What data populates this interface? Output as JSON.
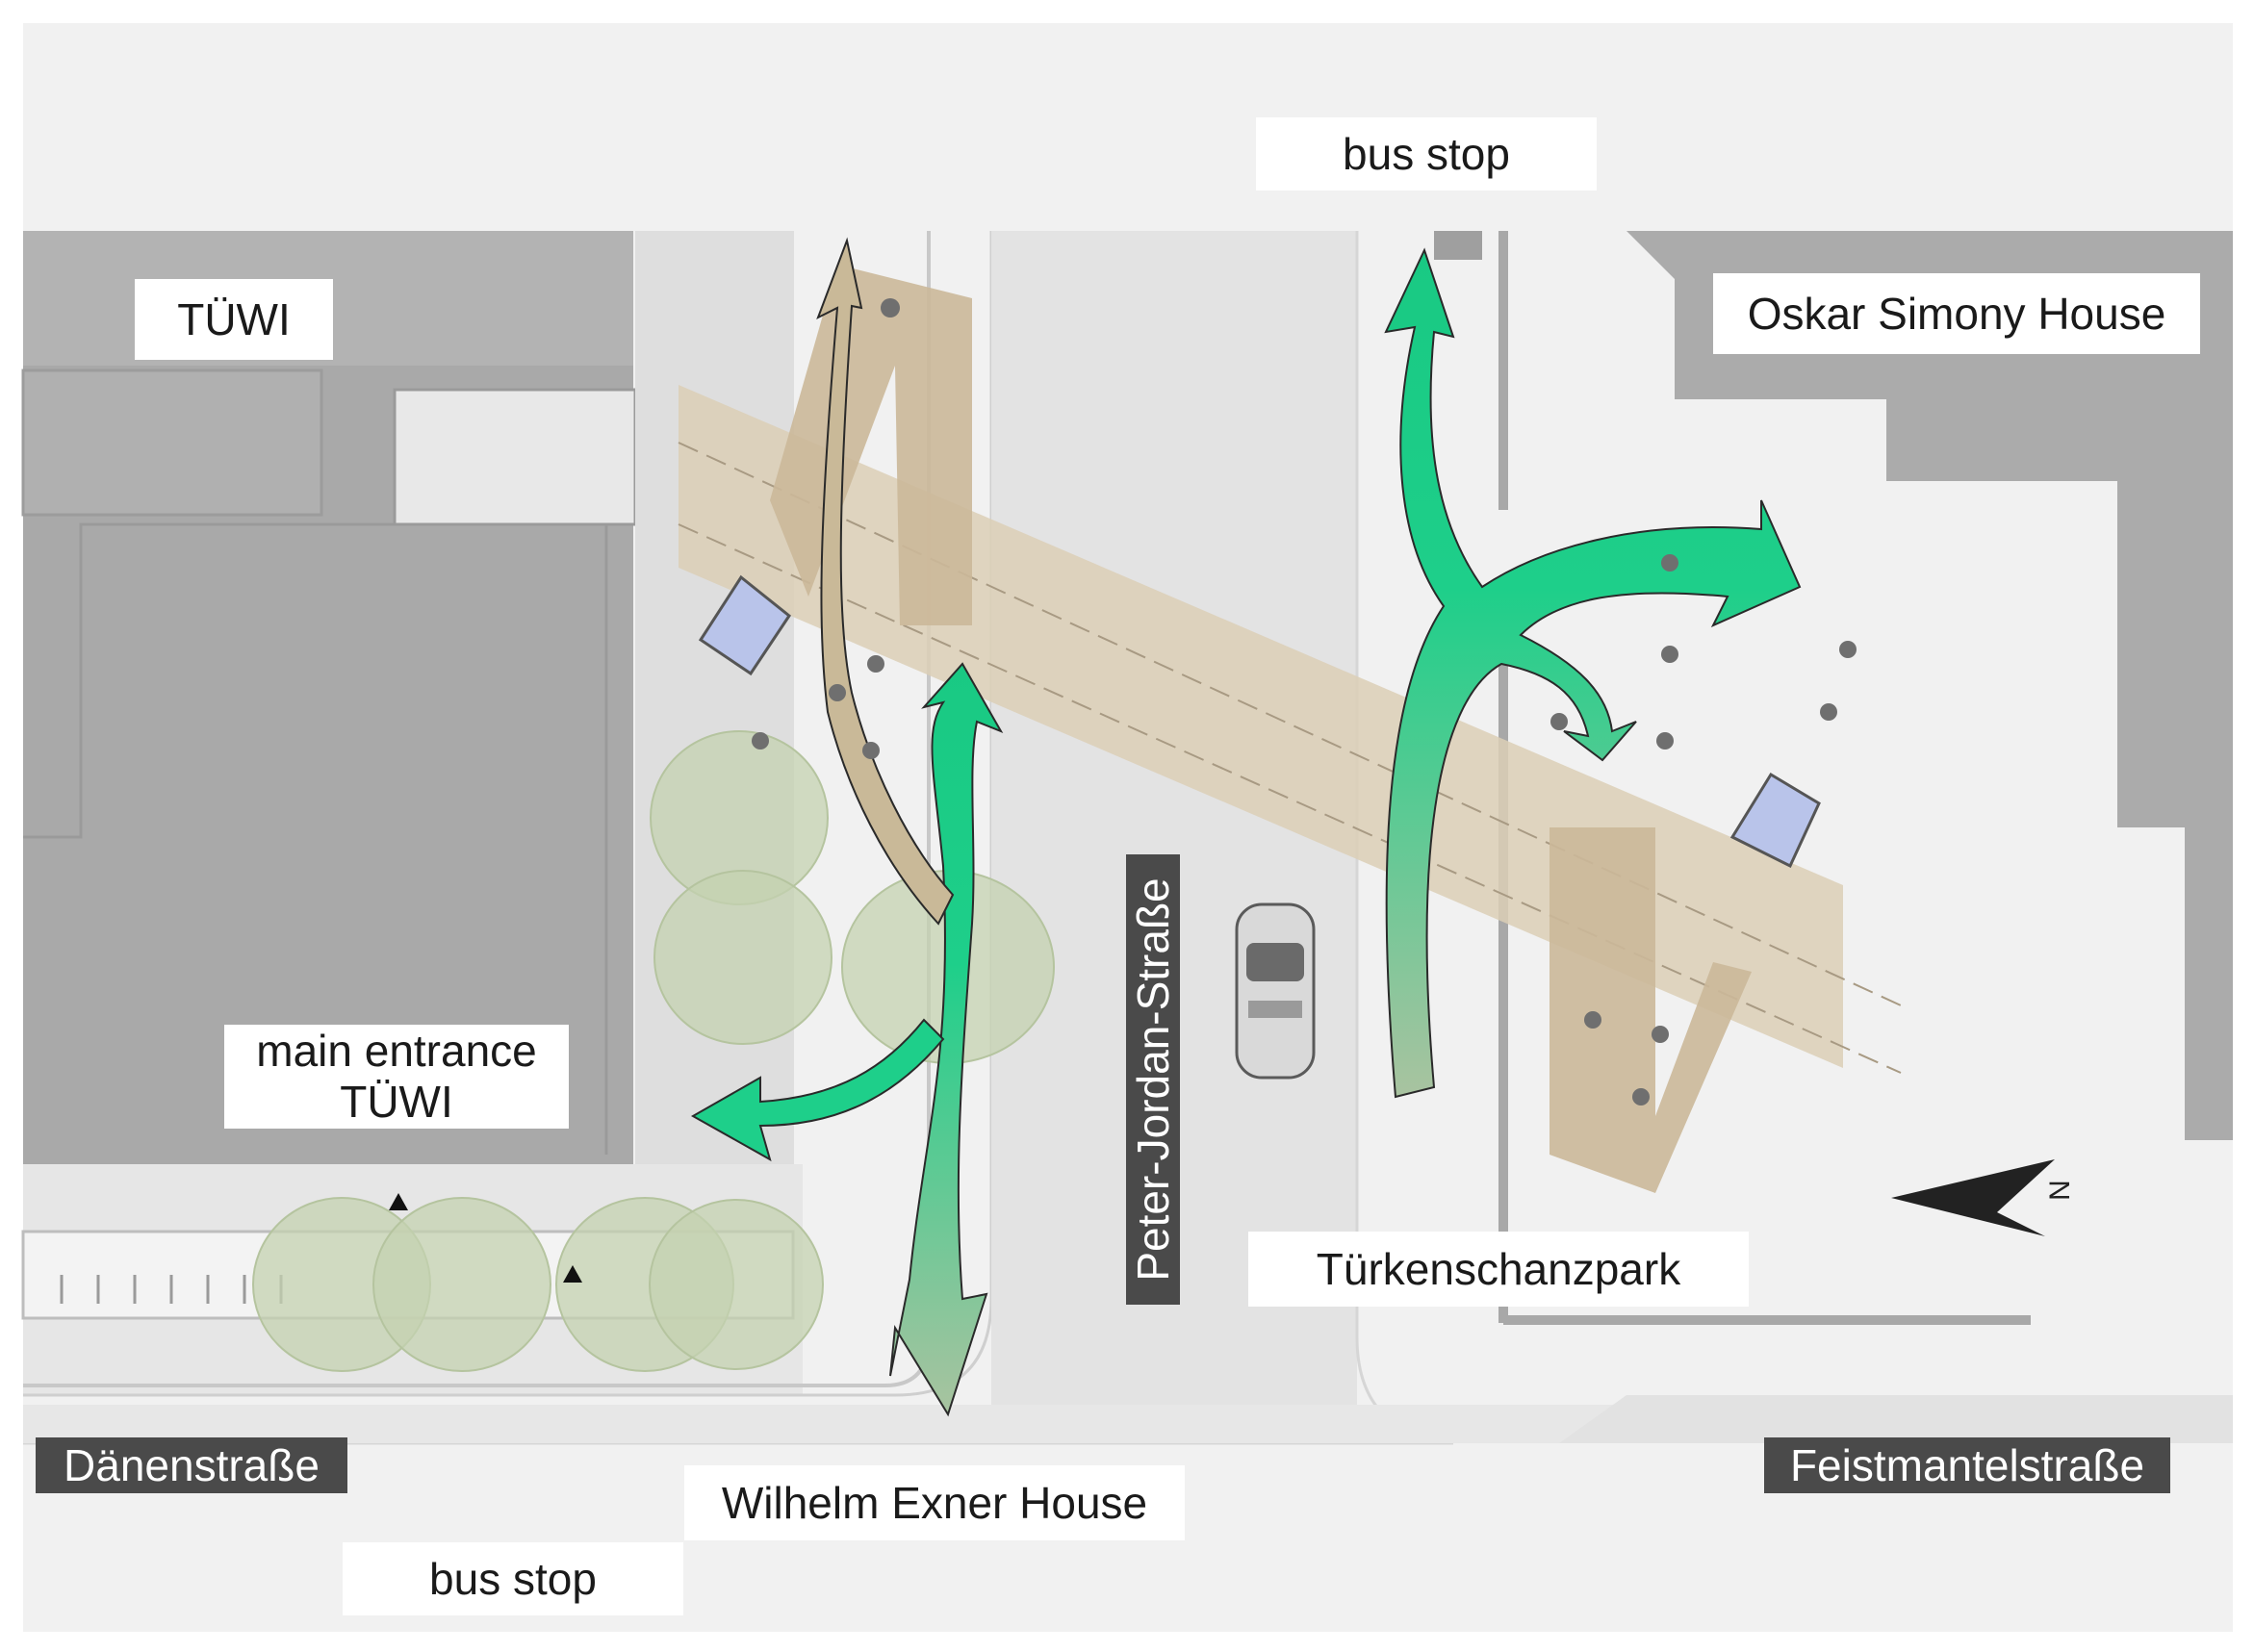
{
  "labels": {
    "tuewi": "TÜWI",
    "bus_stop_top": "bus stop",
    "oskar_simony_house": "Oskar Simony House",
    "main_entrance_line1": "main entrance",
    "main_entrance_line2": "TÜWI",
    "peter_jordan_strasse": "Peter-Jordan-Straße",
    "tuerkenschanzpark": "Türkenschanzpark",
    "daenenstrasse": "Dänenstraße",
    "feistmantelstrasse": "Feistmantelstraße",
    "wilhelm_exner_house": "Wilhelm Exner House",
    "bus_stop_bottom": "bus stop"
  },
  "north_arrow_letter": "N",
  "colors": {
    "background": "#f1f1f1",
    "building": "#a8a8a8",
    "road": "#e4e4e4",
    "bridge": "#d9cdb5",
    "green_arrow": "#1fcf8a",
    "tan_arrow": "#c7b79a",
    "tree": "#c5d3b1",
    "pavilion": "#b9c4ea"
  },
  "icons": [
    "north-arrow-icon",
    "car-icon",
    "pedestrian-icon",
    "tree-icon",
    "pavilion-icon",
    "entrance-marker-icon"
  ]
}
